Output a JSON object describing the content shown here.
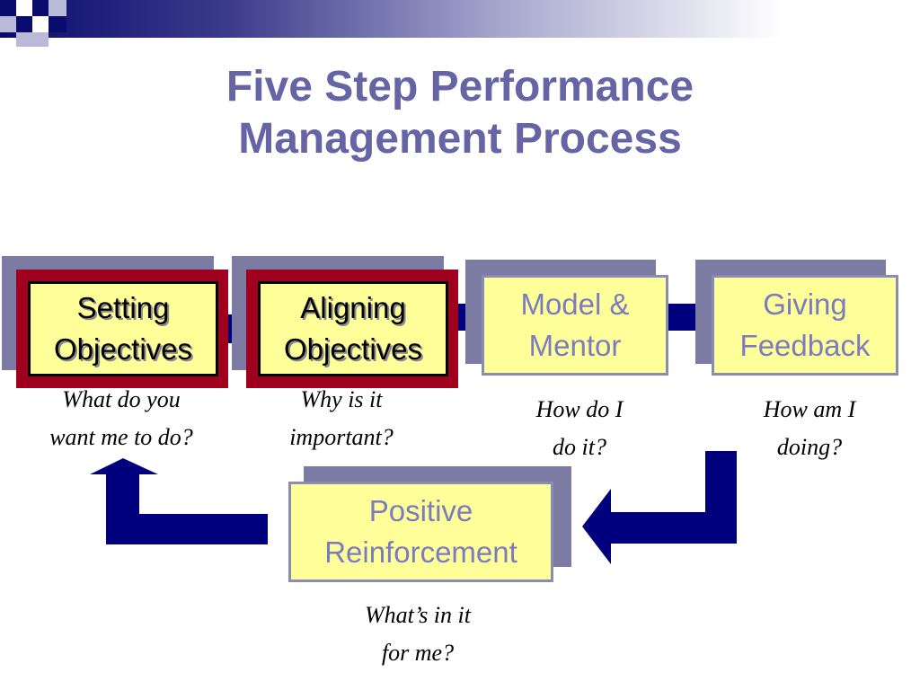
{
  "slide": {
    "title_line1": "Five Step Performance",
    "title_line2": "Management Process"
  },
  "steps": [
    {
      "line1": "Setting",
      "line2": "Objectives",
      "question_line1": "What do you",
      "question_line2": "want me to do?"
    },
    {
      "line1": "Aligning",
      "line2": "Objectives",
      "question_line1": "Why is it",
      "question_line2": "important?"
    },
    {
      "line1": "Model &",
      "line2": "Mentor",
      "question_line1": "How do I",
      "question_line2": "do it?"
    },
    {
      "line1": "Giving",
      "line2": "Feedback",
      "question_line1": "How am I",
      "question_line2": "doing?"
    },
    {
      "line1": "Positive",
      "line2": "Reinforcement",
      "question_line1": "What’s in it",
      "question_line2": "for me?"
    }
  ],
  "colors": {
    "title": "#6565a6",
    "box_fill": "#ffff99",
    "active_frame": "#a0001e",
    "arrow": "#00007f",
    "shadow": "#7b7ba3",
    "inactive_text": "#7b7bc1"
  }
}
